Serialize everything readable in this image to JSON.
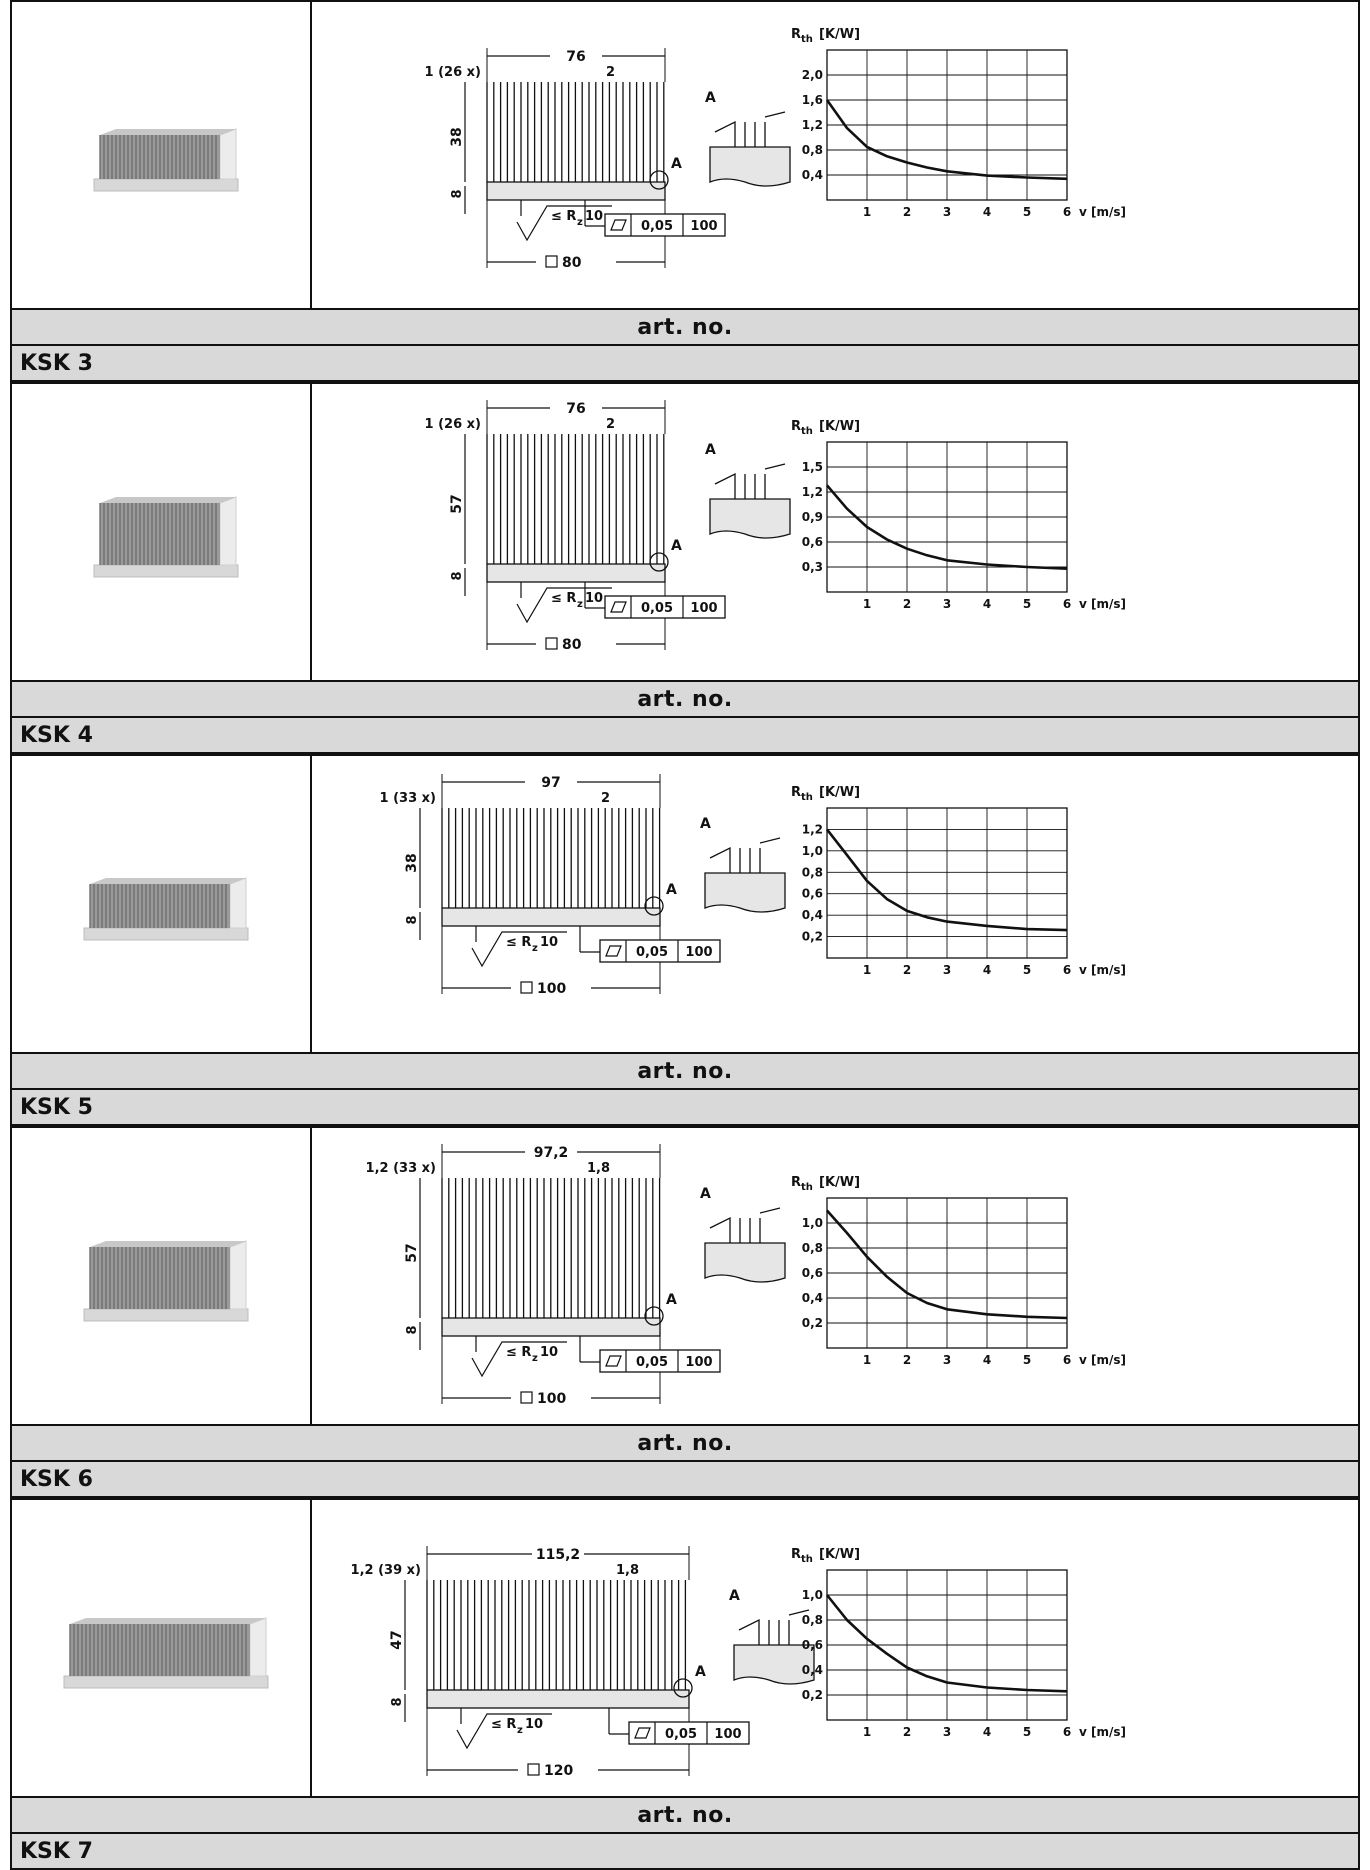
{
  "common": {
    "art_no_label": "art. no.",
    "flatness_tolerance": "0,05",
    "flatness_length": "100",
    "roughness_label": "≤ R",
    "roughness_sub": "z",
    "roughness_value": "10",
    "detail_label": "A",
    "base_height": "8",
    "rth_symbol": "R",
    "rth_sub": "th",
    "rth_unit": "[K/W]",
    "v_unit": "v [m/s]"
  },
  "products": [
    {
      "model": "KSK 3",
      "dims": {
        "width": "76",
        "fin_thickness": "1 (26 x)",
        "fin_gap": "2",
        "fin_height": "38",
        "base_size": "80"
      },
      "chart_data": {
        "type": "line",
        "x_ticks": [
          "1",
          "2",
          "3",
          "4",
          "5",
          "6"
        ],
        "y_ticks": [
          "0,4",
          "0,8",
          "1,2",
          "1,6",
          "2,0"
        ],
        "xlim": [
          0,
          6
        ],
        "ylim": [
          0,
          2.4
        ],
        "grid": true,
        "x": [
          0,
          0.5,
          1,
          1.5,
          2,
          2.5,
          3,
          4,
          5,
          6
        ],
        "y": [
          1.6,
          1.15,
          0.85,
          0.7,
          0.6,
          0.52,
          0.46,
          0.39,
          0.36,
          0.34
        ]
      }
    },
    {
      "model": "KSK 4",
      "dims": {
        "width": "76",
        "fin_thickness": "1 (26 x)",
        "fin_gap": "2",
        "fin_height": "57",
        "base_size": "80"
      },
      "chart_data": {
        "type": "line",
        "x_ticks": [
          "1",
          "2",
          "3",
          "4",
          "5",
          "6"
        ],
        "y_ticks": [
          "0,3",
          "0,6",
          "0,9",
          "1,2",
          "1,5"
        ],
        "xlim": [
          0,
          6
        ],
        "ylim": [
          0,
          1.8
        ],
        "grid": true,
        "x": [
          0,
          0.5,
          1,
          1.5,
          2,
          2.5,
          3,
          4,
          5,
          6
        ],
        "y": [
          1.28,
          1.0,
          0.78,
          0.63,
          0.52,
          0.44,
          0.38,
          0.33,
          0.3,
          0.28
        ]
      }
    },
    {
      "model": "KSK 5",
      "dims": {
        "width": "97",
        "fin_thickness": "1 (33 x)",
        "fin_gap": "2",
        "fin_height": "38",
        "base_size": "100"
      },
      "chart_data": {
        "type": "line",
        "x_ticks": [
          "1",
          "2",
          "3",
          "4",
          "5",
          "6"
        ],
        "y_ticks": [
          "0,2",
          "0,4",
          "0,6",
          "0,8",
          "1,0",
          "1,2"
        ],
        "xlim": [
          0,
          6
        ],
        "ylim": [
          0,
          1.4
        ],
        "grid": true,
        "x": [
          0,
          0.5,
          1,
          1.5,
          2,
          2.5,
          3,
          4,
          5,
          6
        ],
        "y": [
          1.2,
          0.96,
          0.72,
          0.55,
          0.44,
          0.38,
          0.34,
          0.3,
          0.27,
          0.26
        ]
      }
    },
    {
      "model": "KSK 6",
      "dims": {
        "width": "97,2",
        "fin_thickness": "1,2 (33 x)",
        "fin_gap": "1,8",
        "fin_height": "57",
        "base_size": "100"
      },
      "chart_data": {
        "type": "line",
        "x_ticks": [
          "1",
          "2",
          "3",
          "4",
          "5",
          "6"
        ],
        "y_ticks": [
          "0,2",
          "0,4",
          "0,6",
          "0,8",
          "1,0"
        ],
        "xlim": [
          0,
          6
        ],
        "ylim": [
          0,
          1.2
        ],
        "grid": true,
        "x": [
          0,
          0.5,
          1,
          1.5,
          2,
          2.5,
          3,
          4,
          5,
          6
        ],
        "y": [
          1.1,
          0.92,
          0.73,
          0.57,
          0.44,
          0.36,
          0.31,
          0.27,
          0.25,
          0.24
        ]
      }
    },
    {
      "model": "KSK 7",
      "dims": {
        "width": "115,2",
        "fin_thickness": "1,2 (39 x)",
        "fin_gap": "1,8",
        "fin_height": "47",
        "base_size": "120"
      },
      "chart_data": {
        "type": "line",
        "x_ticks": [
          "1",
          "2",
          "3",
          "4",
          "5",
          "6"
        ],
        "y_ticks": [
          "0,2",
          "0,4",
          "0,6",
          "0,8",
          "1,0"
        ],
        "xlim": [
          0,
          6
        ],
        "ylim": [
          0,
          1.2
        ],
        "grid": true,
        "x": [
          0,
          0.5,
          1,
          1.5,
          2,
          2.5,
          3,
          4,
          5,
          6
        ],
        "y": [
          1.0,
          0.8,
          0.65,
          0.53,
          0.42,
          0.35,
          0.3,
          0.26,
          0.24,
          0.23
        ]
      }
    }
  ]
}
